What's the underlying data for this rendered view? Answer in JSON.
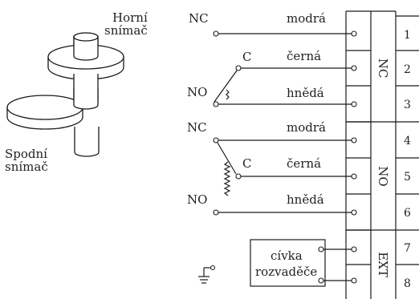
{
  "sensors": {
    "upper_label_line1": "Horní",
    "upper_label_line2": "snímač",
    "lower_label_line1": "Spodní",
    "lower_label_line2": "snímač"
  },
  "switches": [
    {
      "nc_label": "NC",
      "c_label": "C",
      "no_label": "NO",
      "wires": [
        "modrá",
        "černá",
        "hnědá"
      ]
    },
    {
      "nc_label": "NC",
      "c_label": "C",
      "no_label": "NO",
      "wires": [
        "modrá",
        "černá",
        "hnědá"
      ]
    }
  ],
  "coil_label_line1": "cívka",
  "coil_label_line2": "rozvaděče",
  "groups": [
    "NC",
    "NO",
    "EXT"
  ],
  "terminals": [
    "1",
    "2",
    "3",
    "4",
    "5",
    "6",
    "7",
    "8"
  ]
}
